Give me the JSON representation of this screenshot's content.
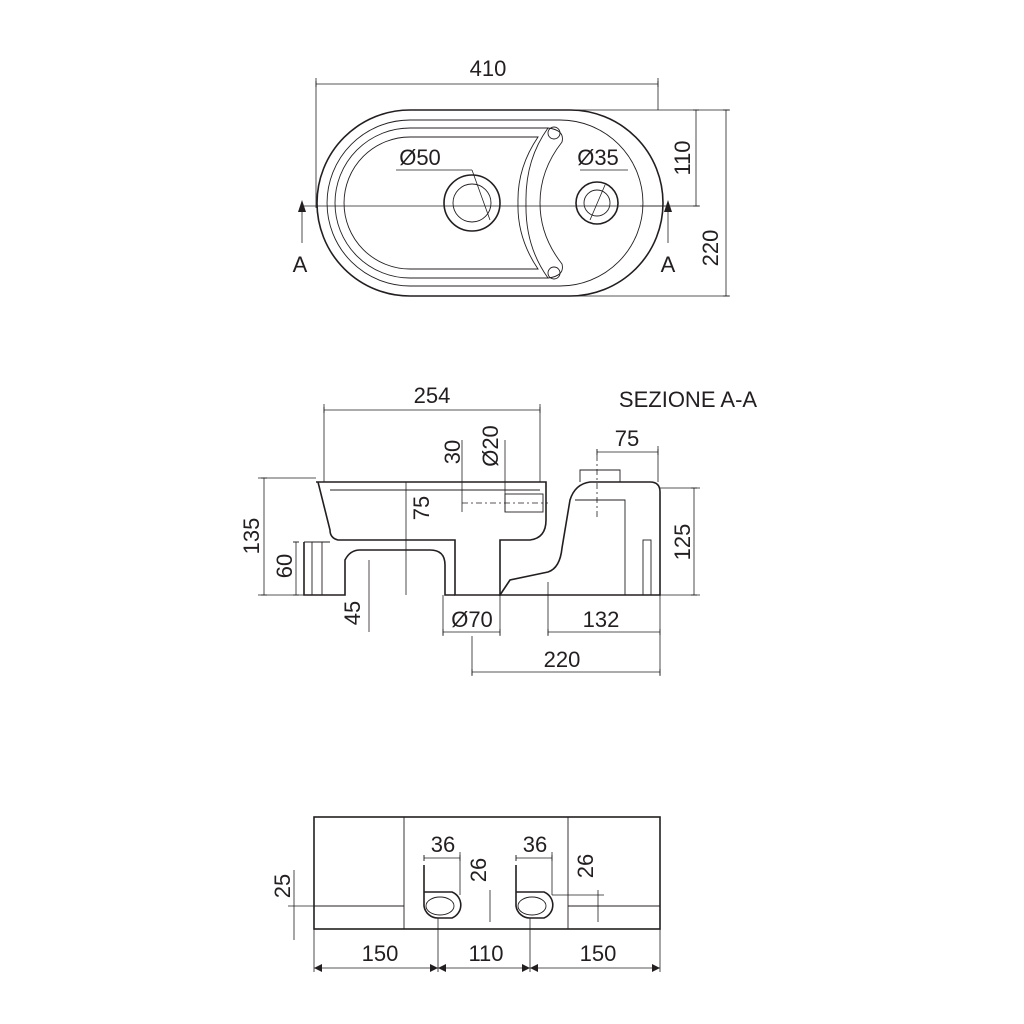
{
  "top_view": {
    "width": "410",
    "height_total": "220",
    "height_half": "110",
    "hole_large": "Ø50",
    "hole_small": "Ø35",
    "section_mark_left": "A",
    "section_mark_right": "A"
  },
  "section_view": {
    "title": "SEZIONE A-A",
    "bowl_width": "254",
    "outlet_height": "30",
    "outlet_diameter": "Ø20",
    "deck_width": "75",
    "total_height": "135",
    "rim_height": "125",
    "bowl_depth": "75",
    "foot_height": "60",
    "foot_offset": "45",
    "drain_diameter": "Ø70",
    "rear_base": "132",
    "drain_to_back": "220"
  },
  "rear_view": {
    "slot_width_left": "36",
    "slot_height_left": "26",
    "slot_width_right": "36",
    "slot_height_right": "26",
    "slot_base_height": "25",
    "left_span": "150",
    "center_span": "110",
    "right_span": "150"
  }
}
